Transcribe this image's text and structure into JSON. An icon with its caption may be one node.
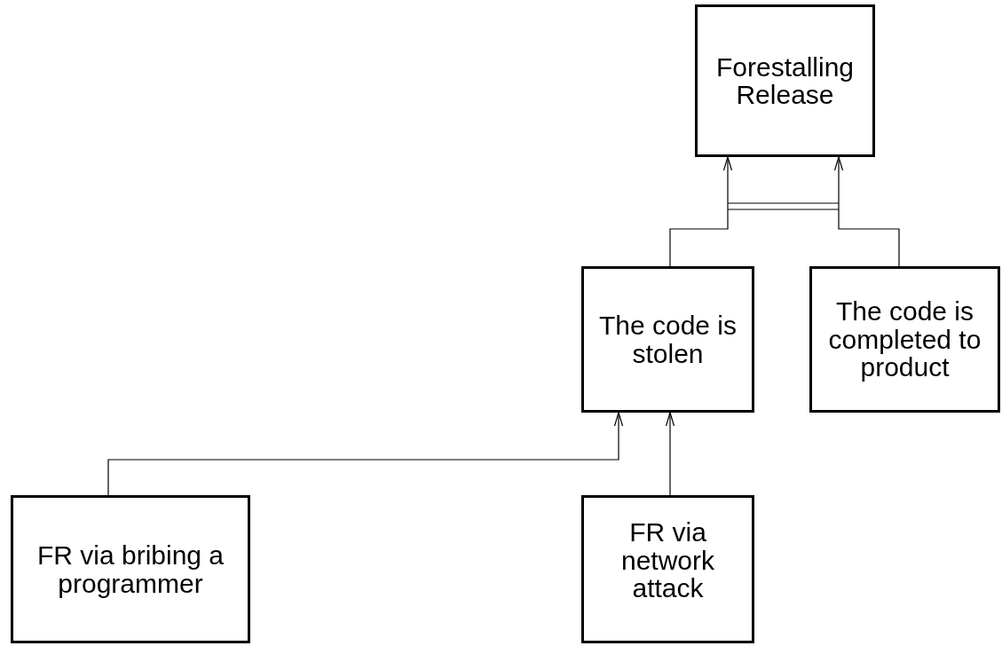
{
  "diagram": {
    "nodes": [
      {
        "text": [
          "Forestalling Release"
        ]
      },
      {
        "text": [
          "The code is stolen"
        ]
      },
      {
        "text": [
          "The code is completed to product"
        ]
      },
      {
        "text": [
          "FR via bribing a programmer"
        ]
      },
      {
        "text": [
          "FR via network attack"
        ]
      }
    ],
    "edges": [
      {
        "from": 1,
        "to": 0,
        "arrow": "to"
      },
      {
        "from": 2,
        "to": 0,
        "arrow": "to"
      },
      {
        "from": 3,
        "to": 1,
        "arrow": "to"
      },
      {
        "from": 4,
        "to": 1,
        "arrow": "to"
      }
    ]
  }
}
